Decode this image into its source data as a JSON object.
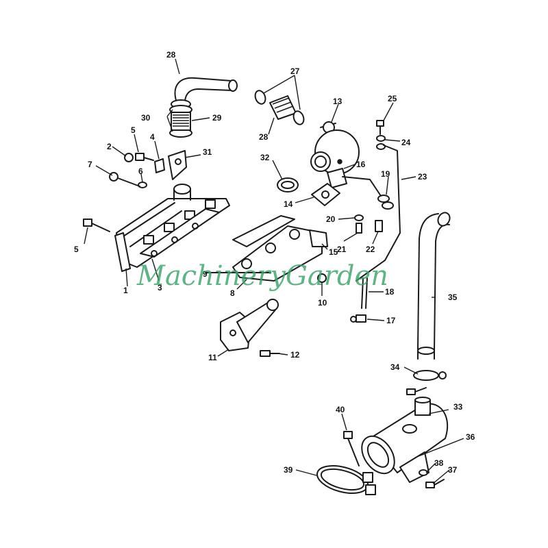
{
  "watermark": "MachineryGarden",
  "callouts": {
    "c1": "1",
    "c2": "2",
    "c3": "3",
    "c4": "4",
    "c5a": "5",
    "c5b": "5",
    "c6": "6",
    "c7": "7",
    "c8": "8",
    "c9": "9",
    "c10": "10",
    "c11": "11",
    "c12": "12",
    "c13": "13",
    "c14": "14",
    "c15": "15",
    "c16": "16",
    "c17": "17",
    "c18": "18",
    "c19": "19",
    "c20": "20",
    "c21": "21",
    "c22": "22",
    "c23": "23",
    "c24": "24",
    "c25": "25",
    "c27": "27",
    "c28a": "28",
    "c28b": "28",
    "c29": "29",
    "c30": "30",
    "c31": "31",
    "c32": "32",
    "c33": "33",
    "c34": "34",
    "c35": "35",
    "c36": "36",
    "c37": "37",
    "c38": "38",
    "c39": "39",
    "c40": "40"
  }
}
